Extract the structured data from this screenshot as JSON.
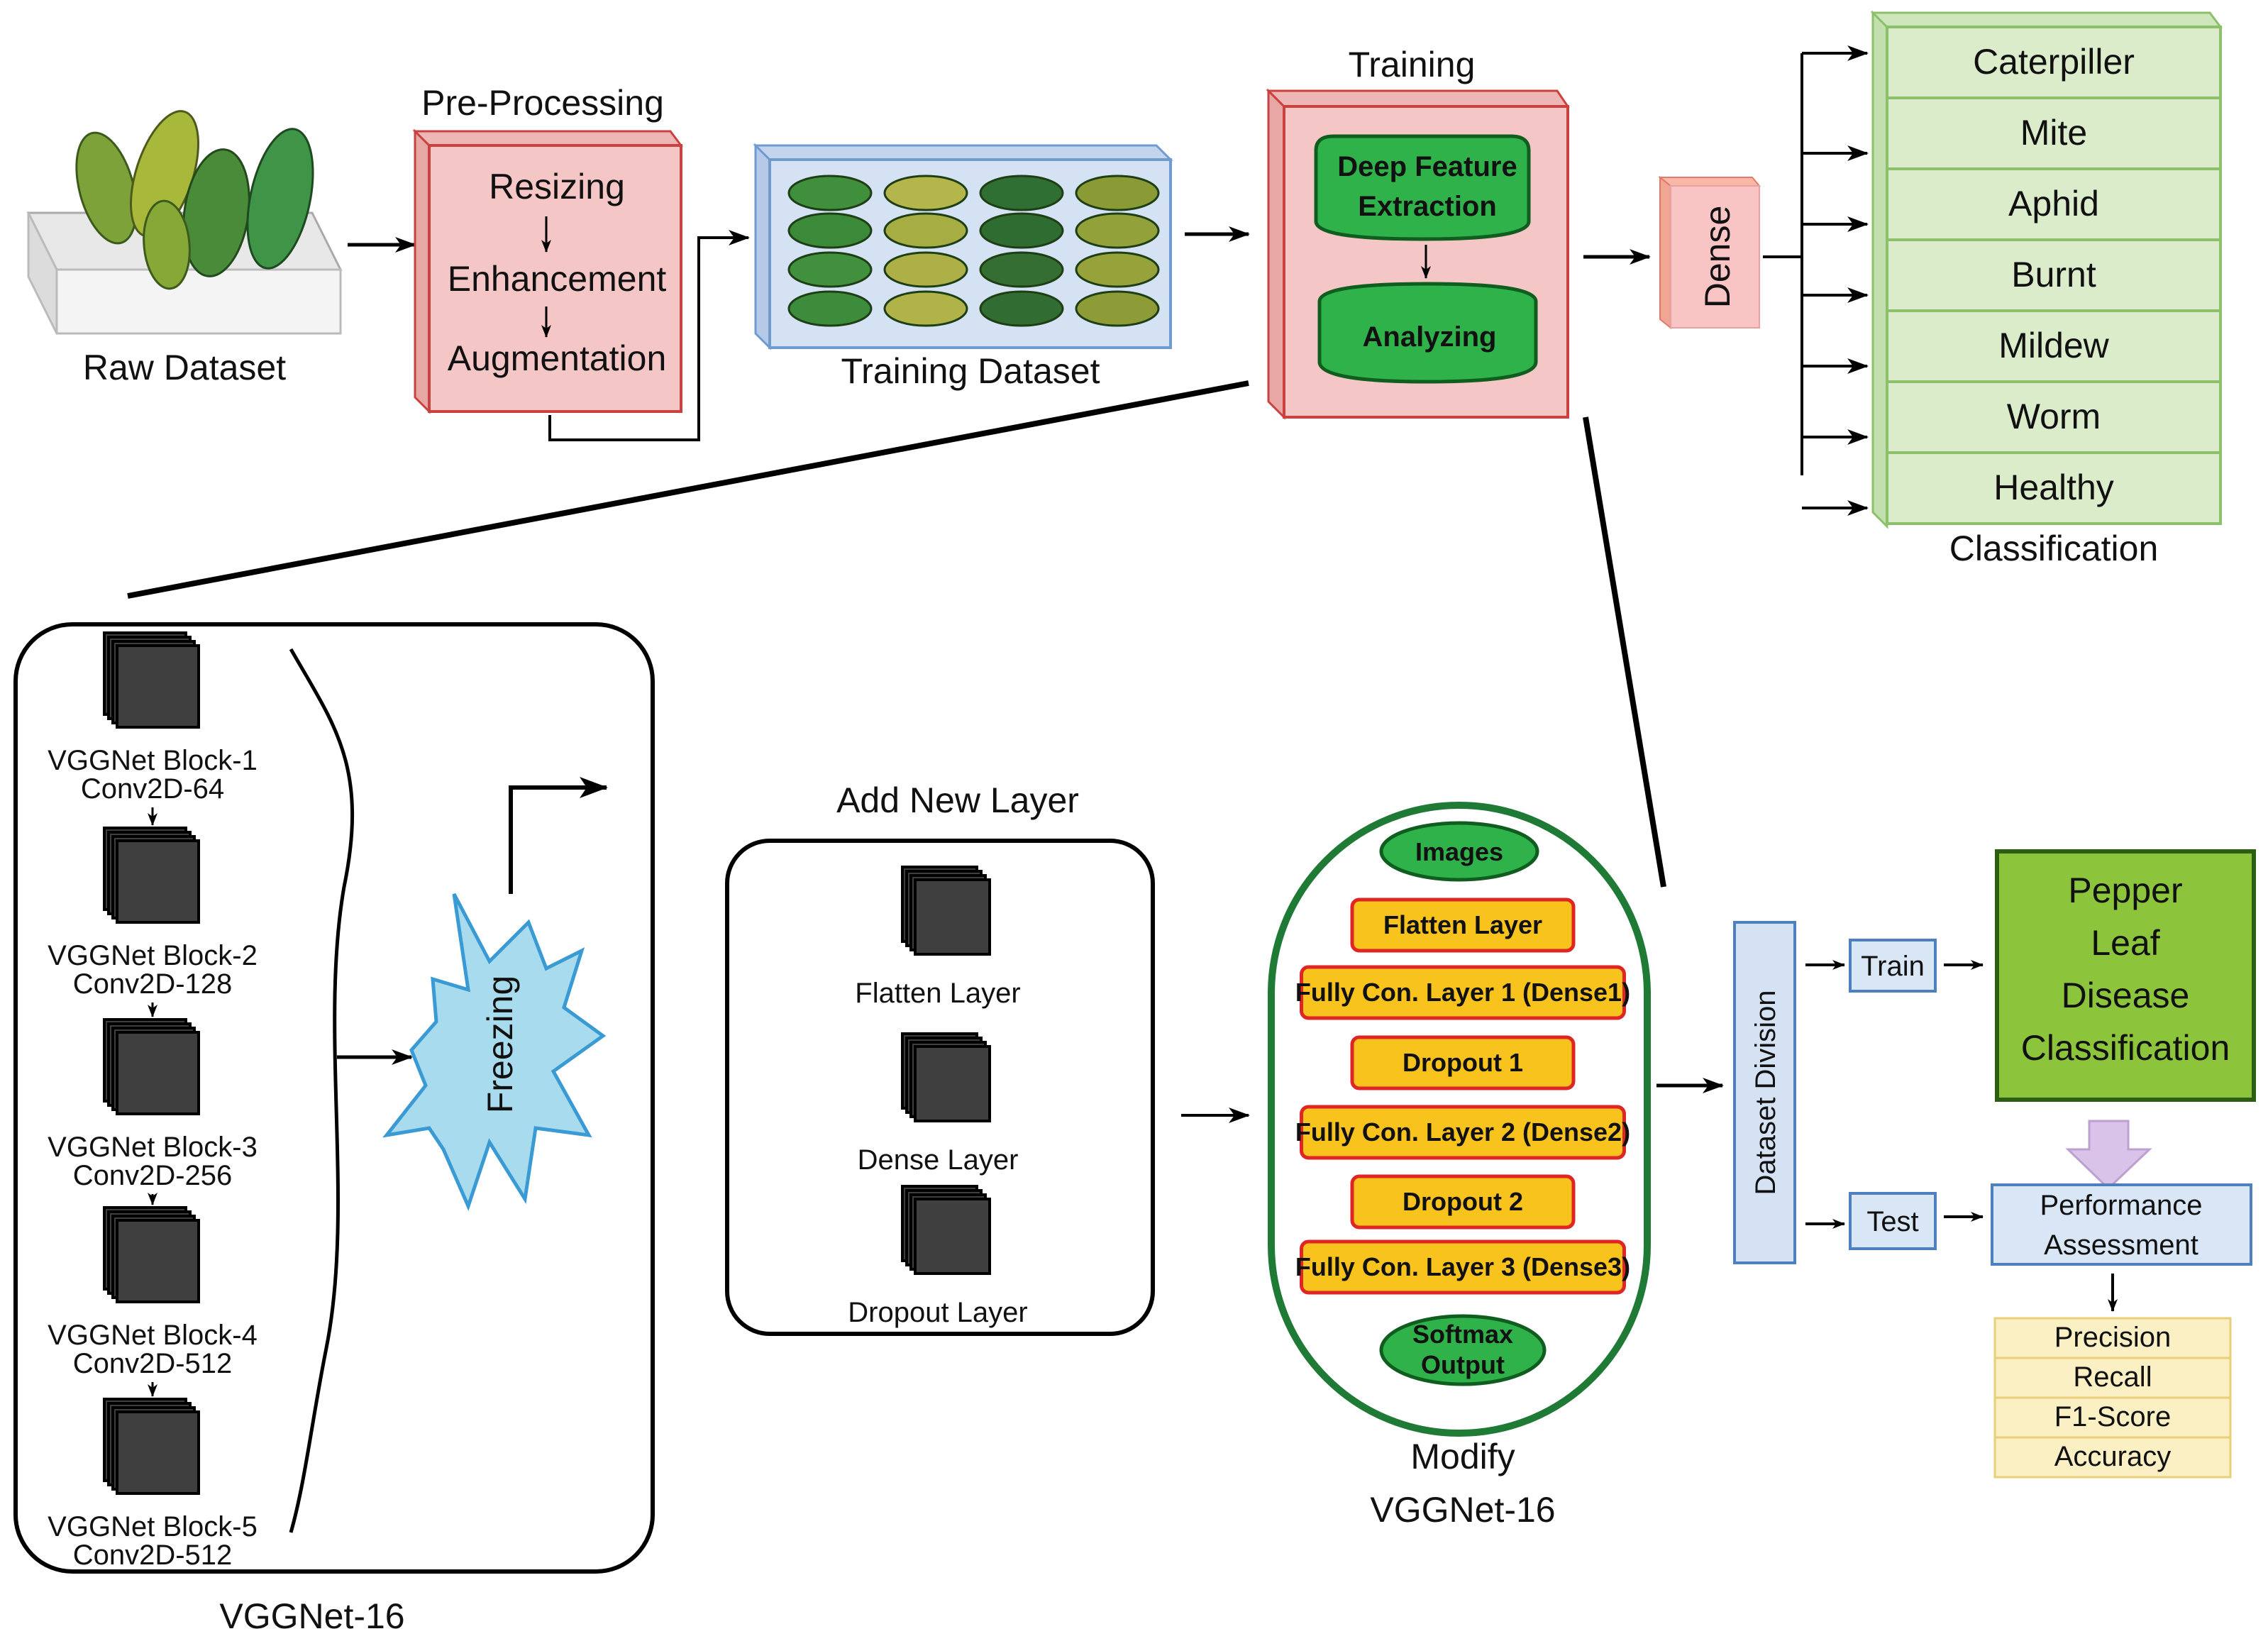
{
  "colors": {
    "red_face": "#f5c6c6",
    "red_stroke": "#c9423f",
    "blue_face": "#d4e2f3",
    "blue_stroke": "#6f9bd1",
    "green_face": "#dbeccb",
    "green_stroke": "#8cc06a",
    "node_green": "#2fb24a",
    "node_dark_green": "#105e1f",
    "yellow_fill": "#f7c31c",
    "yellow_stroke": "#e02525",
    "lime_fill": "#8cc43c",
    "metric_fill": "#fbefc4",
    "metric_stroke": "#e8cf7a",
    "arrow_lavender": "#d9c3e8",
    "dark_block": "#3f3f3f"
  },
  "raw_dataset": {
    "label": "Raw Dataset"
  },
  "pre_processing": {
    "title": "Pre-Processing",
    "steps": [
      "Resizing",
      "Enhancement",
      "Augmentation"
    ]
  },
  "training_dataset": {
    "label": "Training Dataset"
  },
  "training": {
    "title": "Training",
    "node_1": "Deep Feature Extraction",
    "node_1_lines": [
      "Deep Feature",
      "Extraction"
    ],
    "node_2": "Analyzing"
  },
  "dense": {
    "label": "Dense"
  },
  "classification": {
    "title": "Classification",
    "classes": [
      "Caterpiller",
      "Mite",
      "Aphid",
      "Burnt",
      "Mildew",
      "Worm",
      "Healthy"
    ]
  },
  "vggnet": {
    "title": "VGGNet-16",
    "blocks": [
      {
        "name": "VGGNet Block-1",
        "conv": "Conv2D-64"
      },
      {
        "name": "VGGNet Block-2",
        "conv": "Conv2D-128"
      },
      {
        "name": "VGGNet Block-3",
        "conv": "Conv2D-256"
      },
      {
        "name": "VGGNet Block-4",
        "conv": "Conv2D-512"
      },
      {
        "name": "VGGNet Block-5",
        "conv": "Conv2D-512"
      }
    ],
    "freezing": "Freezing"
  },
  "add_new_layer": {
    "title": "Add New Layer",
    "layers": [
      "Flatten Layer",
      "Dense Layer",
      "Dropout Layer"
    ]
  },
  "modify_vggnet": {
    "title_line_1": "Modify",
    "title_line_2": "VGGNet-16",
    "input": "Images",
    "layers": [
      "Flatten Layer",
      "Fully Con. Layer 1 (Dense1)",
      "Dropout 1",
      "Fully Con. Layer 2 (Dense2)",
      "Dropout 2",
      "Fully Con. Layer 3 (Dense3)"
    ],
    "output_lines": [
      "Softmax",
      "Output"
    ]
  },
  "dataset_division": {
    "label": "Dataset Division",
    "train": "Train",
    "test": "Test"
  },
  "result": {
    "lines": [
      "Pepper",
      "Leaf",
      "Disease",
      "Classification"
    ]
  },
  "performance": {
    "lines": [
      "Performance",
      "Assessment"
    ],
    "metrics": [
      "Precision",
      "Recall",
      "F1-Score",
      "Accuracy"
    ]
  }
}
